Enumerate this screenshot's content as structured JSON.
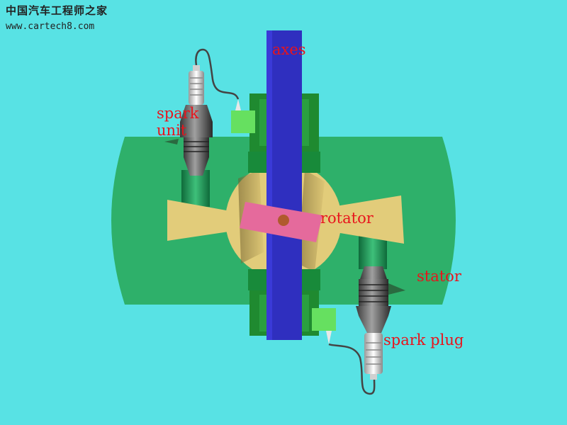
{
  "watermark": {
    "site_name": "中国汽车工程师之家",
    "url": "www.cartech8.com"
  },
  "labels": {
    "spark_unit": "spark\nunit",
    "axes": "axes",
    "rotator": "rotator",
    "stator": "stator",
    "spark_plug": "spark plug"
  },
  "colors": {
    "background": "#58e2e4",
    "stator": "#2eb06a",
    "axle": "#2f2fbf",
    "rotor_chamber": "#e2cc7a",
    "rotator": "#e56a9c",
    "pivot": "#b05a2e",
    "terminal_block": "#66e060",
    "label": "#e8141c"
  }
}
